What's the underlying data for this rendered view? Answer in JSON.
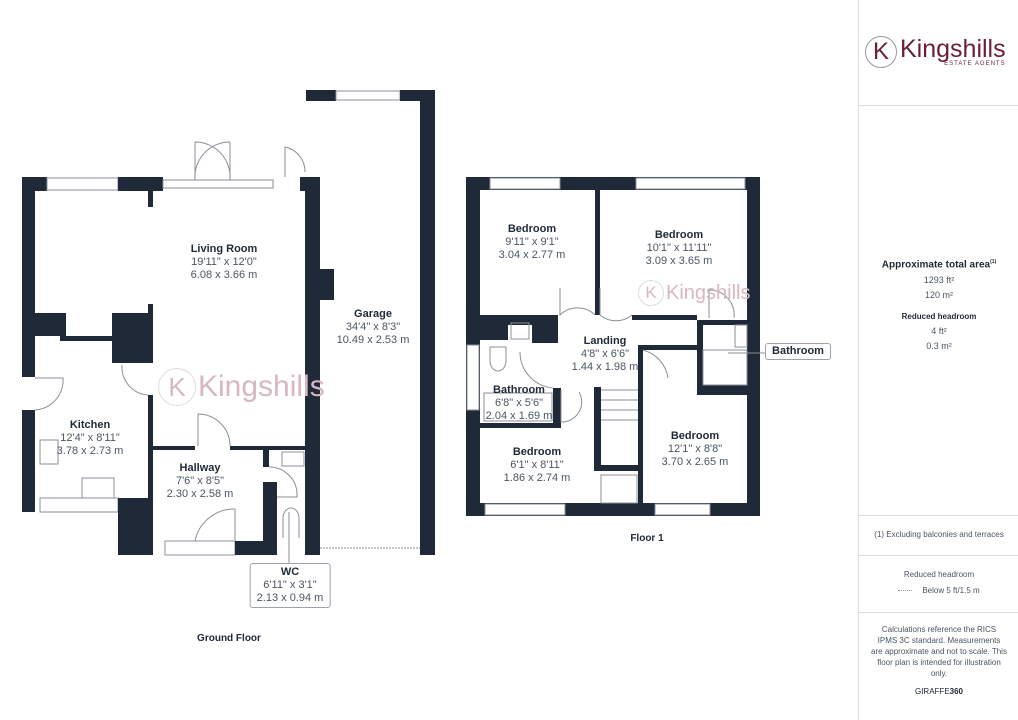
{
  "brand": {
    "name": "Kingshills",
    "tagline": "ESTATE AGENTS",
    "initial": "K",
    "color": "#6b1e36"
  },
  "ground_floor": {
    "title": "Ground Floor",
    "rooms": [
      {
        "name": "Living Room",
        "imperial": "19'11\" x 12'0\"",
        "metric": "6.08 x 3.66 m"
      },
      {
        "name": "Garage",
        "imperial": "34'4\" x 8'3\"",
        "metric": "10.49 x 2.53 m"
      },
      {
        "name": "Kitchen",
        "imperial": "12'4\" x 8'11\"",
        "metric": "3.78 x 2.73 m"
      },
      {
        "name": "Hallway",
        "imperial": "7'6\" x 8'5\"",
        "metric": "2.30 x 2.58 m"
      },
      {
        "name": "WC",
        "imperial": "6'11\" x 3'1\"",
        "metric": "2.13 x 0.94 m"
      }
    ]
  },
  "floor_1": {
    "title": "Floor 1",
    "rooms": [
      {
        "name": "Bedroom",
        "imperial": "9'11\" x 9'1\"",
        "metric": "3.04 x 2.77 m"
      },
      {
        "name": "Bedroom",
        "imperial": "10'1\" x 11'11\"",
        "metric": "3.09 x 3.65 m"
      },
      {
        "name": "Landing",
        "imperial": "4'8\" x 6'6\"",
        "metric": "1.44 x 1.98 m"
      },
      {
        "name": "Bathroom",
        "imperial": "6'8\" x 5'6\"",
        "metric": "2.04 x 1.69 m"
      },
      {
        "name": "Bedroom",
        "imperial": "6'1\" x 8'11\"",
        "metric": "1.86 x 2.74 m"
      },
      {
        "name": "Bedroom",
        "imperial": "12'1\" x 8'8\"",
        "metric": "3.70 x 2.65 m"
      },
      {
        "name": "Bathroom"
      }
    ]
  },
  "panel": {
    "total_area_label": "Approximate total area",
    "total_area_note": "(1)",
    "total_ft": "1293 ft²",
    "total_m": "120 m²",
    "reduced_label": "Reduced headroom",
    "reduced_ft": "4 ft²",
    "reduced_m": "0.3 m²",
    "footnote": "(1) Excluding balconies and terraces",
    "legend_title": "Reduced headroom",
    "legend_text": "Below 5 ft/1.5 m",
    "disclaimer": "Calculations reference the RICS IPMS 3C standard. Measurements are approximate and not to scale. This floor plan is intended for illustration only.",
    "credit_a": "GIRAFFE",
    "credit_b": "360"
  }
}
